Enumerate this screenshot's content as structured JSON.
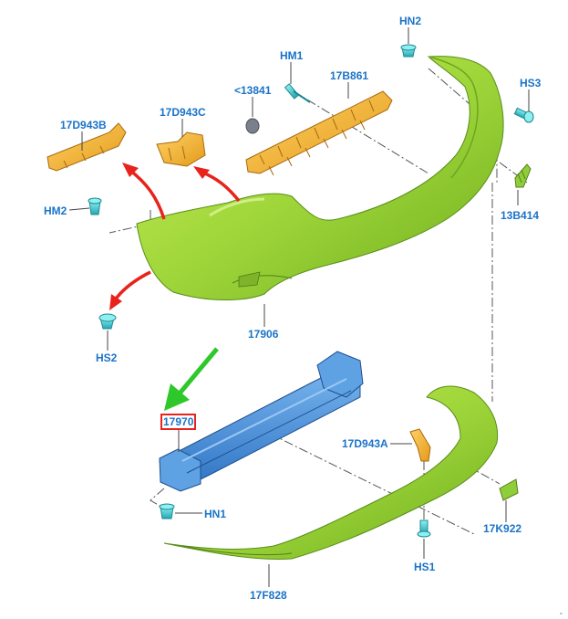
{
  "diagram": {
    "labels": {
      "hn2": "HN2",
      "hm1": "HM1",
      "p13841": "<13841",
      "p17b861": "17B861",
      "hs3": "HS3",
      "p17d943b": "17D943B",
      "p17d943c": "17D943C",
      "hm2": "HM2",
      "p13b414": "13B414",
      "hs2": "HS2",
      "p17906": "17906",
      "p17970": "17970",
      "p17d943a": "17D943A",
      "hn1": "HN1",
      "p17k922": "17K922",
      "hs1": "HS1",
      "p17f828": "17F828"
    },
    "corner_mark": "°"
  },
  "colors": {
    "label": "#1a73c9",
    "bumper": "#9fd63a",
    "bracket": "#f2b233",
    "reinforcement": "#4a90d9",
    "fastener": "#3ec8c8",
    "arrow_red": "#e8231c",
    "arrow_green": "#2ec82a",
    "highlight_box": "#e8231c"
  }
}
